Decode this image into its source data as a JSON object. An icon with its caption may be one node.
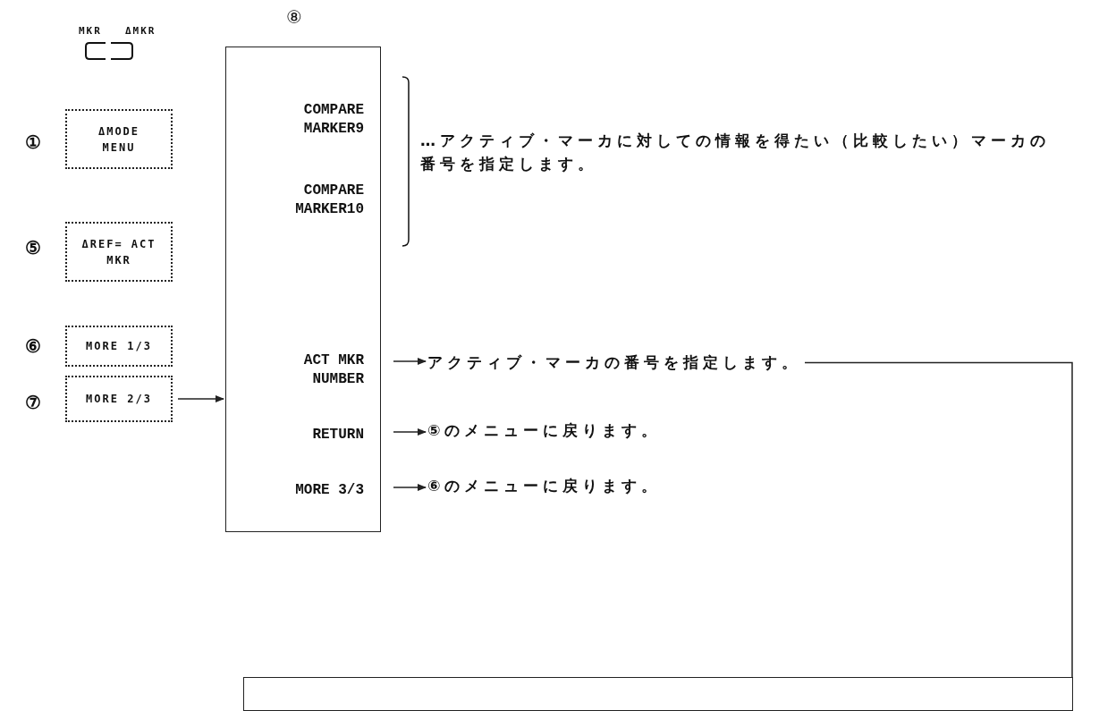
{
  "diagram": {
    "nodes": [
      {
        "text": [
          "ΔMODE MENU"
        ],
        "beside": [
          "①"
        ]
      },
      {
        "text": [
          "ΔREF= ACT MKR"
        ],
        "beside": [
          "⑤"
        ]
      },
      {
        "text": [
          "MORE 1/3"
        ],
        "beside": [
          "⑥"
        ]
      },
      {
        "text": [
          "MORE 2/3"
        ],
        "beside": [
          "⑦"
        ]
      },
      {
        "text": [
          "COMPARE MARKER9",
          "COMPARE MARKER10",
          "ACT MKR NUMBER",
          "RETURN",
          "MORE 3/3"
        ],
        "beside": [
          "⑧"
        ]
      },
      {
        "text": [
          "アクティブ・マーカの番号を指定します。"
        ]
      },
      {
        "text": [
          "⑤のメニューに戻ります。"
        ]
      },
      {
        "text": [
          "⑥のメニューに戻ります。"
        ]
      },
      {
        "text": [],
        "shape": "box"
      }
    ],
    "edges": [
      {
        "from": 3,
        "to": 4,
        "arrow": "to"
      },
      {
        "from": 4,
        "to": 5,
        "arrow": "to"
      },
      {
        "from": 4,
        "to": 6,
        "arrow": "to"
      },
      {
        "from": 4,
        "to": 7,
        "arrow": "to"
      },
      {
        "from": 5,
        "to": 8,
        "arrow": "none"
      }
    ],
    "labels": [
      "MKR",
      "ΔMKR",
      "…アクティブ・マーカに対しての情報を得たい（比較したい）マーカの番号を指定します。"
    ]
  }
}
